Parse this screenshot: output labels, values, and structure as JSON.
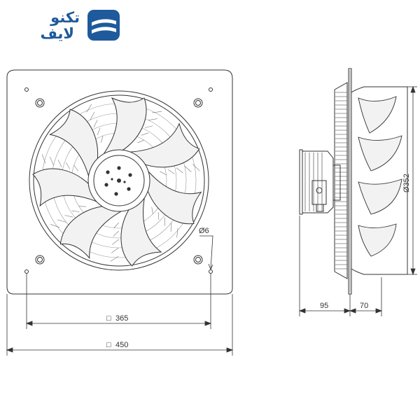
{
  "brand": {
    "name_line1": "تکنو",
    "name_line2": "لایف",
    "color": "#1e5a9c"
  },
  "dimensions": {
    "hole_diameter": "Ø6",
    "mounting_spacing": "365",
    "square_symbol": "□",
    "plate_width": "450",
    "motor_depth": "95",
    "blade_depth": "70",
    "fan_diameter": "Ø352"
  },
  "colors": {
    "line": "#333333",
    "blade_fill": "#f2f2f2"
  }
}
